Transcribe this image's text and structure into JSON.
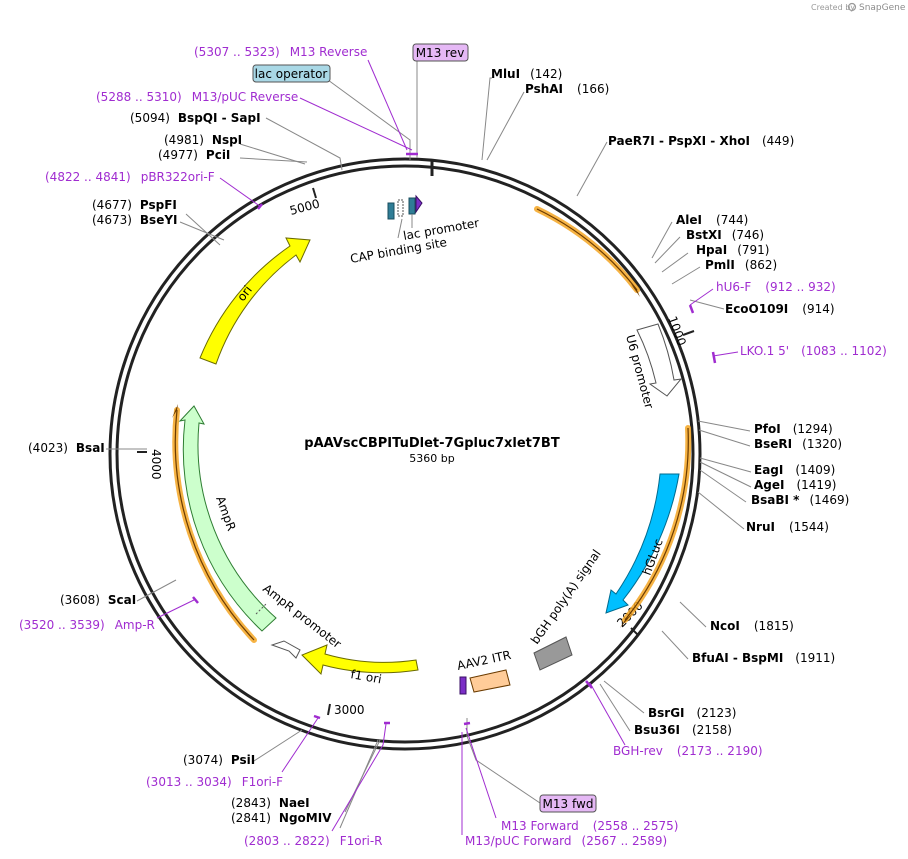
{
  "credit": {
    "text": "Created by",
    "brand": "SnapGene"
  },
  "plasmid": {
    "name": "pAAVscCBPITuDlet-7Gpluc7xlet7BT",
    "size": "5360 bp"
  },
  "ticks": [
    "1000",
    "2000",
    "3000",
    "4000",
    "5000"
  ],
  "features": {
    "lac_promoter": "lac promoter",
    "cap_site": "CAP binding site",
    "u6": "U6 promoter",
    "hgluc": "hGLuc",
    "bgh": "bGH poly(A) signal",
    "aav2": "AAV2 ITR",
    "f1": "f1 ori",
    "ampr_promoter": "AmpR promoter",
    "ampr": "AmpR",
    "ori": "ori"
  },
  "boxes": {
    "lac_operator": "lac operator",
    "m13rev": "M13 rev",
    "m13fwd": "M13 fwd"
  },
  "labels": [
    {
      "k": "mlui",
      "name": "MluI",
      "pos": "(142)"
    },
    {
      "k": "pshai",
      "name": "PshAI",
      "pos": "(166)"
    },
    {
      "k": "paer7i",
      "name": "PaeR7I  - PspXI  - XhoI",
      "pos": "(449)"
    },
    {
      "k": "alei",
      "name": "AleI",
      "pos": "(744)"
    },
    {
      "k": "bstxi",
      "name": "BstXI",
      "pos": "(746)"
    },
    {
      "k": "hpai",
      "name": "HpaI",
      "pos": "(791)"
    },
    {
      "k": "pmli",
      "name": "PmlI",
      "pos": "(862)"
    },
    {
      "k": "eco",
      "name": "EcoO109I",
      "pos": "(914)"
    },
    {
      "k": "pfoi",
      "name": "PfoI",
      "pos": "(1294)"
    },
    {
      "k": "bseri",
      "name": "BseRI",
      "pos": "(1320)"
    },
    {
      "k": "eagi",
      "name": "EagI",
      "pos": "(1409)"
    },
    {
      "k": "agei",
      "name": "AgeI",
      "pos": "(1419)"
    },
    {
      "k": "bsabi",
      "name": "BsaBI *",
      "pos": "(1469)"
    },
    {
      "k": "nrui",
      "name": "NruI",
      "pos": "(1544)"
    },
    {
      "k": "ncoi",
      "name": "NcoI",
      "pos": "(1815)"
    },
    {
      "k": "bfuai",
      "name": "BfuAI  - BspMI",
      "pos": "(1911)"
    },
    {
      "k": "bsrgi",
      "name": "BsrGI",
      "pos": "(2123)"
    },
    {
      "k": "bsu36i",
      "name": "Bsu36I",
      "pos": "(2158)"
    },
    {
      "k": "psii",
      "name": "PsiI",
      "pos": "(3074)"
    },
    {
      "k": "naei",
      "name": "NaeI",
      "pos": "(2843)"
    },
    {
      "k": "ngomiv",
      "name": "NgoMIV",
      "pos": "(2841)"
    },
    {
      "k": "scai",
      "name": "ScaI",
      "pos": "(3608)"
    },
    {
      "k": "bsai",
      "name": "BsaI",
      "pos": "(4023)"
    },
    {
      "k": "pspfi",
      "name": "PspFI",
      "pos": "(4677)"
    },
    {
      "k": "bseyi",
      "name": "BseYI",
      "pos": "(4673)"
    },
    {
      "k": "nspi",
      "name": "NspI",
      "pos": "(4981)"
    },
    {
      "k": "pcii",
      "name": "PciI",
      "pos": "(4977)"
    },
    {
      "k": "bspqi",
      "name": "BspQI  - SapI",
      "pos": "(5094)"
    }
  ],
  "primers": [
    {
      "k": "m13rev",
      "name": "M13 Reverse",
      "pos": "(5307 .. 5323)"
    },
    {
      "k": "m13puc_rev",
      "name": "M13/pUC Reverse",
      "pos": "(5288 .. 5310)"
    },
    {
      "k": "pbr322",
      "name": "pBR322ori-F",
      "pos": "(4822 .. 4841)"
    },
    {
      "k": "hu6",
      "name": "hU6-F",
      "pos": "(912 .. 932)"
    },
    {
      "k": "lko",
      "name": "LKO.1 5'",
      "pos": "(1083 .. 1102)"
    },
    {
      "k": "bghrev",
      "name": "BGH-rev",
      "pos": "(2173 .. 2190)"
    },
    {
      "k": "m13fwd",
      "name": "M13 Forward",
      "pos": "(2558 .. 2575)"
    },
    {
      "k": "m13puc_fwd",
      "name": "M13/pUC Forward",
      "pos": "(2567 .. 2589)"
    },
    {
      "k": "f1orir",
      "name": "F1ori-R",
      "pos": "(2803 .. 2822)"
    },
    {
      "k": "f1orif",
      "name": "F1ori-F",
      "pos": "(3013 .. 3034)"
    },
    {
      "k": "ampr_p",
      "name": "Amp-R",
      "pos": "(3520 .. 3539)"
    }
  ],
  "colors": {
    "backbone": "#222222",
    "primer": "#a02cd0",
    "ori": "#ffff00",
    "ampr": "#ccffcc",
    "hgluc": "#00bfff",
    "aav2": "#ffcc99",
    "bgh": "#999999",
    "orange": "#f5a623"
  }
}
